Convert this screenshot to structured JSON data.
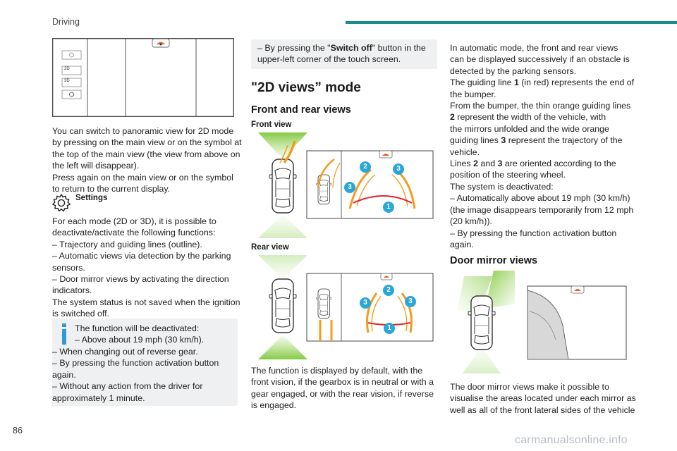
{
  "header": {
    "section": "Driving",
    "accent_color": "#1a8a91"
  },
  "page_number": "86",
  "screen_buttons": [
    "2D",
    "3D"
  ],
  "left": {
    "intro_lines": [
      "You can switch to panoramic view for 2D mode",
      "by pressing on the main view or on the symbol at",
      "the top of the main view (the view from above on",
      "the left will disappear).",
      "Press again on the main view or on the symbol",
      "to return to the current display."
    ],
    "settings_title": "Settings",
    "settings_lines": [
      "For each mode (2D or 3D), it is possible to",
      "deactivate/activate the following functions:",
      "– Trajectory and guiding lines (outline).",
      "– Automatic views via detection by the parking",
      "sensors.",
      "– Door mirror views by activating the direction",
      "indicators.",
      "The system status is not saved when the ignition",
      "is switched off."
    ],
    "info_lines": [
      "The function will be deactivated:",
      "– Above about 19 mph (30 km/h).",
      "– When changing out of reverse gear.",
      "– By pressing the function activation button",
      "again.",
      "– Without any action from the driver for",
      "approximately 1 minute."
    ]
  },
  "middle": {
    "box_prefix": "– By pressing the \"",
    "box_bold": "Switch off",
    "box_suffix": "\" button in the",
    "box_line2": "upper-left corner of the touch screen.",
    "section_title": "\"2D views” mode",
    "subtitle": "Front and rear views",
    "front_label": "Front view",
    "rear_label": "Rear view",
    "bottom_lines": [
      "The function is displayed by default, with the",
      "front vision, if the gearbox is in neutral or with a",
      "gear engaged, or with the rear vision, if reverse",
      "is engaged."
    ]
  },
  "right": {
    "lines": [
      "In automatic mode, the front and rear views",
      "can be displayed successively if an obstacle is",
      "detected by the parking sensors."
    ],
    "l4a": "The guiding line ",
    "l4b": "1",
    "l4c": " (in red) represents the end of",
    "l5": "the bumper.",
    "l6": "From the bumper, the thin orange guiding lines",
    "l7a": "2",
    "l7b": " represent the width of the vehicle, with",
    "l8": "the mirrors unfolded and the wide orange",
    "l9a": "guiding lines ",
    "l9b": "3",
    "l9c": " represent the trajectory of the",
    "l10": "vehicle.",
    "l11a": "Lines ",
    "l11b": "2",
    "l11c": " and ",
    "l11d": "3",
    "l11e": " are oriented according to the",
    "l12": "position of the steering wheel.",
    "l13": "The system is deactivated:",
    "l14": "– Automatically above about 19 mph (30 km/h)",
    "l15": "(the image disappears temporarily from 12 mph",
    "l16": "(20 km/h)).",
    "l17": "– By pressing the function activation button",
    "l18": "again.",
    "door_title": "Door mirror views",
    "door_lines": [
      "The door mirror views make it possible to",
      "visualise the areas located under each mirror as",
      "well as all of the front lateral sides of the vehicle"
    ]
  },
  "callouts": [
    "1",
    "2",
    "3"
  ],
  "watermark": "carmanualsonline.info"
}
